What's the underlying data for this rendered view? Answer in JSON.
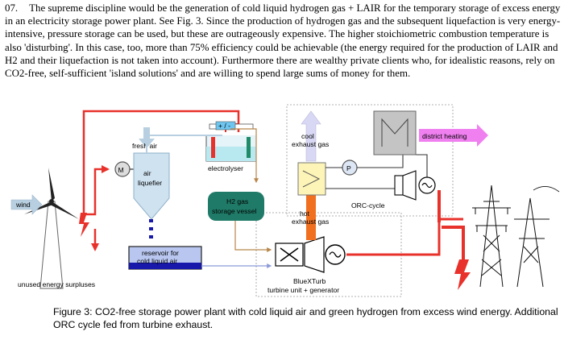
{
  "paragraph": {
    "number": "07.",
    "text": "The supreme discipline would be the generation of cold liquid hydrogen gas + LAIR for the temporary storage of excess energy in an electricity storage power plant. See Fig. 3. Since the production of hydrogen gas and the subsequent liquefaction is very energy-intensive, pressure storage can be used, but these are outrageously expensive. The higher stoichiometric combustion temperature is also 'disturbing'. In this case, too, more than 75% efficiency could be achievable (the energy required for the production of LAIR and H2 and their liquefaction is not taken into account). Furthermore there are wealthy private clients who, for idealistic reasons, rely on CO2-free, self-sufficient 'island solutions' and are willing to spend large sums of money for them."
  },
  "diagram": {
    "wind": "wind",
    "fresh_air": "fresh air",
    "motor": "M",
    "air_liquefier": [
      "air",
      "liquefier"
    ],
    "reservoir": [
      "reservoir for",
      "cold liquid air"
    ],
    "unused_energy": "unused energy surpluses",
    "electrolyser": "electrolyser",
    "electrolyser_sign": "+ / -",
    "h2_vessel": [
      "H2 gas",
      "storage vessel"
    ],
    "cool_exhaust": [
      "cool",
      "exhaust gas"
    ],
    "hot_exhaust": [
      "hot",
      "exhaust gas"
    ],
    "pump": "P",
    "district_heating": "district heating",
    "orc_cycle": "ORC-cycle",
    "turbine": [
      "BlueXTurb",
      "turbine unit + generator"
    ]
  },
  "caption": "Figure 3: CO2-free storage power plant with cold liquid air and green hydrogen from excess wind energy. Additional ORC cycle fed from turbine exhaust.",
  "colors": {
    "power_line": "#e8312b",
    "air_pipe": "#b7cfe0",
    "hydrogen_pipe": "#b8864b",
    "vessel_green": "#1f7b68",
    "heat_arrow": "#f080f0",
    "hot_exhaust": "#f07020",
    "reservoir_blue": "#1818aa"
  }
}
